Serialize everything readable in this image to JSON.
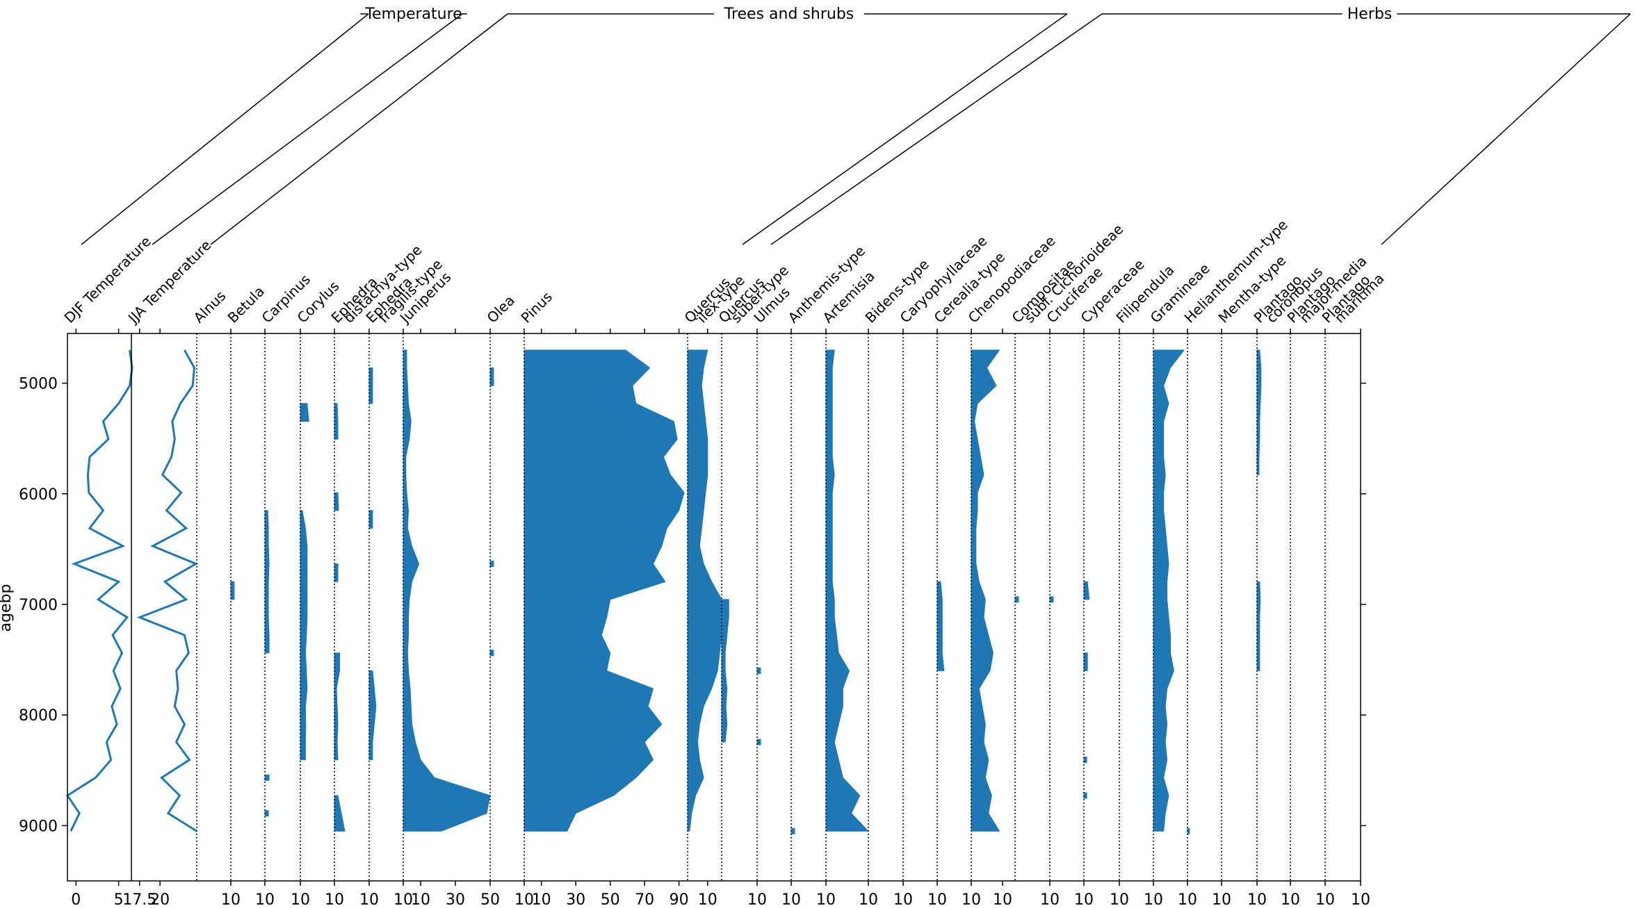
{
  "chart_data": {
    "type": "area",
    "ylabel": "agebp",
    "ylim": [
      9500,
      4550
    ],
    "yticks": [
      5000,
      6000,
      7000,
      8000,
      9000
    ],
    "groups": [
      {
        "label": "Temperature",
        "first": 0,
        "last": 1
      },
      {
        "label": "Trees and shrubs",
        "first": 2,
        "last": 12
      },
      {
        "label": "Herbs",
        "first": 13,
        "last": 30
      }
    ],
    "series_color": "#1f77b4",
    "panels": [
      {
        "label": "DJF Temperature",
        "style": "line",
        "xlim": [
          -1,
          6.5
        ],
        "ticks": [
          0,
          5
        ],
        "values": [
          6.3,
          6.6,
          6.3,
          5.0,
          3.2,
          3.8,
          1.6,
          1.4,
          1.5,
          3.2,
          1.6,
          5.5,
          -0.2,
          5.0,
          2.6,
          6.0,
          4.3,
          5.4,
          4.4,
          5.2,
          4.2,
          4.8,
          3.6,
          4.1,
          2.3,
          -1.0,
          0.4,
          -0.6
        ]
      },
      {
        "label": "JJA Temperature",
        "style": "line",
        "xlim": [
          16.5,
          24.5
        ],
        "ticks": [
          17.5,
          20.0
        ],
        "values": [
          23.0,
          24.2,
          24.0,
          22.5,
          21.5,
          21.8,
          21.4,
          20.3,
          22.6,
          20.8,
          23.2,
          19.1,
          24.4,
          20.6,
          23.2,
          17.5,
          23.0,
          23.5,
          22.0,
          22.2,
          21.8,
          23.0,
          22.0,
          23.6,
          20.2,
          22.4,
          21.0,
          24.5
        ]
      },
      {
        "label": "Alnus",
        "xmax": 10,
        "ticks": [
          10
        ],
        "values": []
      },
      {
        "label": "Betula",
        "xmax": 10,
        "ticks": [
          10
        ],
        "values": [
          0,
          0,
          0,
          0,
          0,
          0,
          0,
          0,
          0,
          0,
          0,
          0,
          0,
          1.0,
          1.0,
          0,
          0,
          0,
          0,
          0,
          0,
          0,
          0,
          0,
          0,
          0,
          0,
          0
        ]
      },
      {
        "label": "Carpinus",
        "xmax": 10,
        "ticks": [
          10
        ],
        "values": [
          0,
          0,
          0,
          0,
          0,
          0,
          0,
          0,
          0,
          0.8,
          1.0,
          1.0,
          1.2,
          1.0,
          1.0,
          1.0,
          1.2,
          1.2,
          0,
          0,
          0,
          0,
          0,
          0,
          1.2,
          0,
          1.0,
          0
        ]
      },
      {
        "label": "Corylus",
        "xmax": 10,
        "ticks": [
          10
        ],
        "values": [
          0,
          0,
          0,
          2.0,
          2.5,
          0,
          0,
          0,
          0,
          0.6,
          1.5,
          2.0,
          2.0,
          2.0,
          2.0,
          2.0,
          1.8,
          1.5,
          1.8,
          2.0,
          1.5,
          1.6,
          1.5,
          1.5,
          0,
          0,
          0,
          0
        ]
      },
      {
        "label": "Ephedra distachya-type",
        "xmax": 10,
        "ticks": [
          10
        ],
        "values": [
          0,
          0,
          0,
          0.8,
          1.0,
          1.0,
          0,
          0,
          1.0,
          1.2,
          0,
          0,
          1.0,
          1.0,
          0,
          0,
          0,
          1.5,
          1.5,
          0.6,
          0.8,
          1.0,
          0.8,
          1.0,
          0,
          1.0,
          2.0,
          3.0
        ]
      },
      {
        "label": "Ephedra fragilis-type",
        "xmax": 10,
        "ticks": [
          10
        ],
        "values": [
          0,
          1.0,
          1.0,
          1.0,
          0,
          0,
          0,
          0,
          0,
          1.0,
          1.0,
          0,
          0,
          0,
          0,
          0,
          0,
          0,
          1.0,
          1.5,
          2.0,
          1.5,
          1.0,
          1.0,
          0,
          0,
          0,
          0
        ]
      },
      {
        "label": "Juniperus",
        "xmax": 50,
        "ticks": [
          10,
          30,
          50
        ],
        "values": [
          2.0,
          2.0,
          2.5,
          3.0,
          4.5,
          3.5,
          1.5,
          1.5,
          2.0,
          3.0,
          2.5,
          5.0,
          9.0,
          5.0,
          3.5,
          3.0,
          3.0,
          2.5,
          3.0,
          4.0,
          4.5,
          5.0,
          7.0,
          10.0,
          18.0,
          50.0,
          48.0,
          22.0
        ]
      },
      {
        "label": "Olea",
        "xmax": 10,
        "ticks": [
          10
        ],
        "values": [
          0,
          1.0,
          1.0,
          0,
          0,
          0,
          0,
          0,
          0,
          0,
          0,
          0,
          1.0,
          0,
          0,
          0,
          0,
          1.0,
          0,
          0,
          0,
          0,
          0,
          0,
          0,
          0,
          0,
          0
        ]
      },
      {
        "label": "Pinus",
        "xmax": 95,
        "ticks": [
          10,
          30,
          50,
          70,
          90
        ],
        "values": [
          59,
          73,
          63,
          65,
          87,
          89,
          81,
          85,
          93,
          90,
          83,
          80,
          75,
          82,
          50,
          48,
          45,
          50,
          48,
          75,
          72,
          80,
          70,
          75,
          65,
          52,
          30,
          25
        ]
      },
      {
        "label": "Quercus ilex-type",
        "xmax": 17,
        "ticks": [
          10
        ],
        "values": [
          10.0,
          8.0,
          7.0,
          8.0,
          9.0,
          10.0,
          10.0,
          10.0,
          9.0,
          8.0,
          7.0,
          6.0,
          8.0,
          12.0,
          17.0,
          18.0,
          17.0,
          16.0,
          15.0,
          12.0,
          8.0,
          6.0,
          5.0,
          6.0,
          8.0,
          4.0,
          2.0,
          1.0
        ]
      },
      {
        "label": "Quercus suber-type",
        "xmax": 10,
        "ticks": [
          10
        ],
        "values": [
          0,
          0,
          0,
          0,
          0,
          0,
          0,
          0,
          0,
          0,
          0,
          0,
          0,
          0,
          2.0,
          2.0,
          1.5,
          1.0,
          1.0,
          1.5,
          1.2,
          1.5,
          1.0,
          0,
          0,
          0,
          0,
          0
        ]
      },
      {
        "label": "Ulmus",
        "xmax": 10,
        "ticks": [
          10
        ],
        "values": [
          0,
          0,
          0,
          0,
          0,
          0,
          0,
          0,
          0,
          0,
          0,
          0,
          0,
          0,
          0,
          0,
          0,
          0,
          1.0,
          0,
          0,
          0,
          1.0,
          0,
          0,
          0,
          0,
          0
        ]
      },
      {
        "label": "Anthemis-type",
        "xmax": 10,
        "ticks": [
          10
        ],
        "values": [
          0,
          0,
          0,
          0,
          0,
          0,
          0,
          0,
          0,
          0,
          0,
          0,
          0,
          0,
          0,
          0,
          0,
          0,
          0,
          0,
          0,
          0,
          0,
          0,
          0,
          0,
          0,
          1.0
        ]
      },
      {
        "label": "Artemisia",
        "xmax": 10,
        "ticks": [
          10
        ],
        "values": [
          2.0,
          1.5,
          1.5,
          1.5,
          1.5,
          1.5,
          1.5,
          2.0,
          1.5,
          1.5,
          1.5,
          1.5,
          1.5,
          1.5,
          2.0,
          2.0,
          2.5,
          3.0,
          5.5,
          4.0,
          4.0,
          3.0,
          2.0,
          3.0,
          4.0,
          8.0,
          6.0,
          10.0
        ]
      },
      {
        "label": "Bidens-type",
        "xmax": 10,
        "ticks": [
          10
        ],
        "values": []
      },
      {
        "label": "Caryophyllaceae",
        "xmax": 10,
        "ticks": [
          10
        ],
        "values": []
      },
      {
        "label": "Cerealia-type",
        "xmax": 10,
        "ticks": [
          10
        ],
        "values": [
          0,
          0,
          0,
          0,
          0,
          0,
          0,
          0,
          0,
          0,
          0,
          0,
          0,
          1.0,
          1.5,
          1.5,
          1.5,
          1.5,
          2.0,
          0,
          0,
          0,
          0,
          0,
          0,
          0,
          0,
          0
        ]
      },
      {
        "label": "Chenopodiaceae",
        "xmax": 14,
        "ticks": [
          10
        ],
        "values": [
          9.0,
          5.0,
          8.0,
          2.0,
          1.0,
          2.0,
          3.0,
          4.0,
          2.0,
          2.0,
          1.5,
          1.5,
          1.5,
          2.5,
          4.5,
          4.0,
          5.5,
          7.0,
          6.0,
          2.5,
          3.5,
          4.5,
          4.0,
          5.5,
          4.5,
          6.5,
          5.5,
          9.0
        ]
      },
      {
        "label": "Compositae subf. Cichorioideae",
        "xmax": 10,
        "ticks": [
          10
        ],
        "values": [
          0,
          0,
          0,
          0,
          0,
          0,
          0,
          0,
          0,
          0,
          0,
          0,
          0,
          0,
          1.0,
          0,
          0,
          0,
          0,
          0,
          0,
          0,
          0,
          0,
          0,
          0,
          0,
          0
        ]
      },
      {
        "label": "Cruciferae",
        "xmax": 10,
        "ticks": [
          10
        ],
        "values": [
          0,
          0,
          0,
          0,
          0,
          0,
          0,
          0,
          0,
          0,
          0,
          0,
          0,
          0,
          1.0,
          0,
          0,
          0,
          0,
          0,
          0,
          0,
          0,
          0,
          0,
          0,
          0,
          0
        ]
      },
      {
        "label": "Cyperaceae",
        "xmax": 10,
        "ticks": [
          10
        ],
        "values": [
          0,
          0,
          0,
          0,
          0,
          0,
          0,
          0,
          0,
          0,
          0,
          0,
          0,
          1.0,
          1.5,
          0,
          0,
          1.0,
          1.0,
          0,
          0,
          0,
          0,
          0.8,
          0,
          0.8,
          0,
          0
        ]
      },
      {
        "label": "Filipendula",
        "xmax": 10,
        "ticks": [
          10
        ],
        "values": []
      },
      {
        "label": "Gramineae",
        "xmax": 10,
        "ticks": [
          10
        ],
        "values": [
          9.0,
          5.0,
          3.0,
          4.5,
          3.0,
          3.0,
          3.0,
          3.5,
          3.0,
          3.0,
          3.5,
          4.0,
          4.5,
          4.0,
          4.0,
          4.5,
          5.0,
          5.0,
          6.0,
          4.0,
          3.5,
          4.0,
          3.5,
          4.0,
          3.0,
          4.5,
          3.5,
          3.0
        ]
      },
      {
        "label": "Helianthemum-type",
        "xmax": 10,
        "ticks": [
          10
        ],
        "values": [
          0,
          0,
          0,
          0,
          0,
          0,
          0,
          0,
          0,
          0,
          0,
          0,
          0,
          0,
          0,
          0,
          0,
          0,
          0,
          0,
          0,
          0,
          0,
          0,
          0,
          0,
          0,
          0.6
        ]
      },
      {
        "label": "Mentha-type",
        "xmax": 10,
        "ticks": [
          10
        ],
        "values": []
      },
      {
        "label": "Plantago coronopus",
        "xmax": 10,
        "ticks": [
          10
        ],
        "values": [
          0.8,
          1.2,
          1.2,
          1.0,
          0.8,
          0.8,
          0.6,
          0.6,
          0,
          0,
          0,
          0,
          0,
          0.8,
          1.0,
          0.8,
          0.8,
          0.8,
          0.8,
          0,
          0,
          0,
          0,
          0,
          0,
          0,
          0,
          0
        ]
      },
      {
        "label": "Plantago major-media",
        "xmax": 10,
        "ticks": [
          10
        ],
        "values": [
          0,
          0,
          0,
          0,
          0,
          0,
          0,
          0,
          0,
          0,
          0,
          0,
          0,
          0,
          0,
          0,
          0,
          0,
          0,
          0,
          0,
          0,
          0,
          0,
          0,
          0,
          0,
          0
        ]
      },
      {
        "label": "Plantago maritima",
        "xmax": 10,
        "ticks": [
          10
        ],
        "values": []
      }
    ]
  }
}
